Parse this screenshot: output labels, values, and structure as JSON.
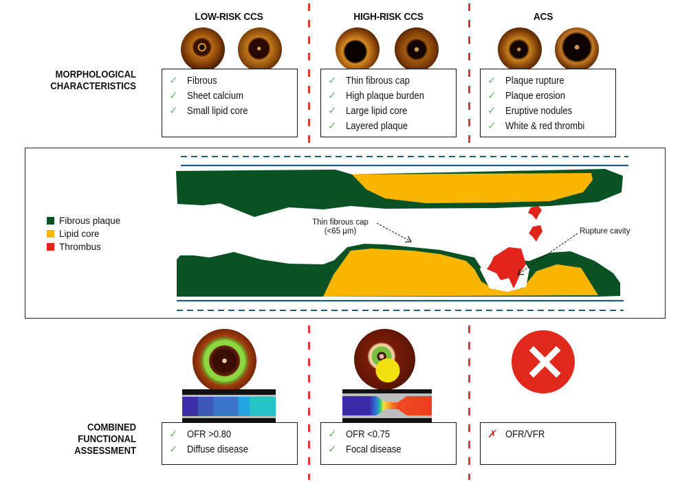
{
  "columns": [
    {
      "title": "LOW-RISK CCS",
      "morphology": [
        "Fibrous",
        "Sheet calcium",
        "Small lipid core"
      ],
      "functional": {
        "items": [
          {
            "mark": "check",
            "text": "OFR >0.80"
          },
          {
            "mark": "check",
            "text": "Diffuse disease"
          }
        ],
        "image": "oct-with-ofr-pullback-diffuse"
      }
    },
    {
      "title": "HIGH-RISK CCS",
      "morphology": [
        "Thin fibrous cap",
        "High plaque burden",
        "Large lipid core",
        "Layered plaque"
      ],
      "functional": {
        "items": [
          {
            "mark": "check",
            "text": "OFR <0.75"
          },
          {
            "mark": "check",
            "text": "Focal disease"
          }
        ],
        "image": "oct-with-ofr-pullback-focal"
      }
    },
    {
      "title": "ACS",
      "morphology": [
        "Plaque rupture",
        "Plaque erosion",
        "Eruptive nodules",
        "White & red thrombi"
      ],
      "functional": {
        "items": [
          {
            "mark": "cross",
            "text": "OFR/VFR"
          }
        ],
        "image": "not-applicable-x-icon"
      }
    }
  ],
  "row_labels": {
    "morphological": [
      "MORPHOLOGICAL",
      "CHARACTERISTICS"
    ],
    "functional": [
      "COMBINED",
      "FUNCTIONAL",
      "ASSESSMENT"
    ]
  },
  "marks": {
    "check": "✓",
    "cross": "✗"
  },
  "legend": [
    {
      "label": "Fibrous plaque",
      "color": "#0a5223"
    },
    {
      "label": "Lipid core",
      "color": "#f9b500"
    },
    {
      "label": "Thrombus",
      "color": "#e3241b"
    }
  ],
  "annotations": {
    "thin_cap": [
      "Thin fibrous cap",
      "(<65 µm)"
    ],
    "rupture": "Rupture cavity"
  },
  "colors": {
    "vessel_line": "#1b5e7a",
    "divider": "#d93a2b",
    "check": "#6db36d",
    "cross": "#c0221a"
  }
}
